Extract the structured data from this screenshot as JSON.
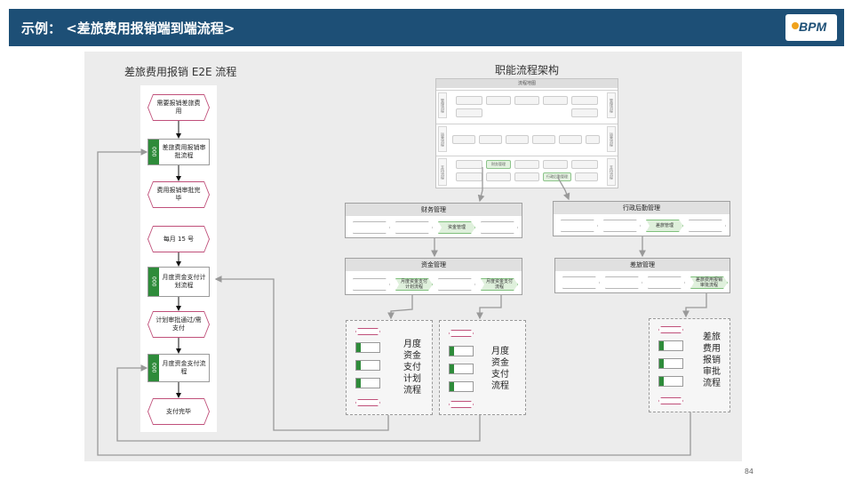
{
  "header": {
    "title": "示例：  <差旅费用报销端到端流程>",
    "logo": "BPM"
  },
  "page_number": "84",
  "left_flow": {
    "title": "差旅费用报销 E2E 流程",
    "steps": [
      {
        "kind": "event",
        "label": "需要报销差旅费用"
      },
      {
        "kind": "process",
        "label": "差旅费用报销审批流程",
        "tag": "000"
      },
      {
        "kind": "event",
        "label": "费用报销审批完毕"
      },
      {
        "kind": "event",
        "label": "每月 15 号"
      },
      {
        "kind": "process",
        "label": "月度资金支付计划流程",
        "tag": "000"
      },
      {
        "kind": "event",
        "label": "计划审批通过/需支付"
      },
      {
        "kind": "process",
        "label": "月度资金支付流程",
        "tag": "000"
      },
      {
        "kind": "event",
        "label": "支付完毕"
      }
    ]
  },
  "right": {
    "title": "职能流程架构",
    "architecture": {
      "head": "流程地图",
      "bands": [
        "管理流程",
        "运营流程",
        "支持流程"
      ],
      "highlight_cells": [
        "财务管理",
        "行政后勤管理"
      ]
    },
    "finance": {
      "title": "财务管理",
      "cells": [
        "",
        "",
        "资金管理",
        ""
      ]
    },
    "admin": {
      "title": "行政后勤管理",
      "cells": [
        "",
        "",
        "差旅管理",
        ""
      ]
    },
    "fund": {
      "title": "资金管理",
      "cells": [
        "",
        "月度资金支付计划流程",
        "",
        "月度资金支付流程"
      ]
    },
    "travel": {
      "title": "差旅管理",
      "cells": [
        "",
        "",
        "",
        "差旅费用报销审批流程"
      ]
    },
    "sub_flows": [
      {
        "label": "月度\n资金\n支付\n计划\n流程"
      },
      {
        "label": "月度\n资金\n支付\n流程"
      },
      {
        "label": "差旅\n费用\n报销\n审批\n流程"
      }
    ]
  }
}
